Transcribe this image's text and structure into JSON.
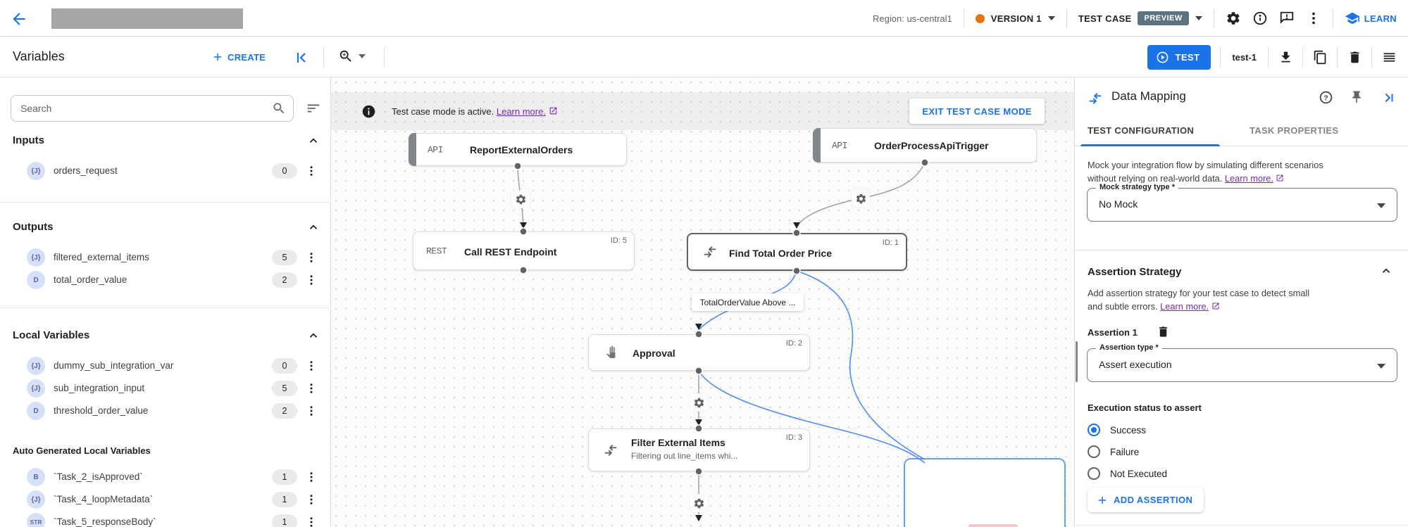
{
  "header": {
    "region": "Region: us-central1",
    "version": {
      "label": "VERSION 1"
    },
    "test_case": {
      "label": "TEST CASE",
      "badge": "PREVIEW"
    },
    "learn": "LEARN"
  },
  "toolbar": {
    "title": "Variables",
    "create": "CREATE",
    "test": "TEST",
    "test_name": "test-1"
  },
  "sidebar": {
    "search_placeholder": "Search",
    "sections": [
      {
        "title": "Inputs",
        "items": [
          {
            "chip": "{J}",
            "name": "orders_request",
            "count": "0"
          }
        ]
      },
      {
        "title": "Outputs",
        "items": [
          {
            "chip": "{J}",
            "name": "filtered_external_items",
            "count": "5"
          },
          {
            "chip": "D",
            "name": "total_order_value",
            "count": "2"
          }
        ]
      },
      {
        "title": "Local Variables",
        "items": [
          {
            "chip": "{J}",
            "name": "dummy_sub_integration_var",
            "count": "0"
          },
          {
            "chip": "{J}",
            "name": "sub_integration_input",
            "count": "5"
          },
          {
            "chip": "D",
            "name": "threshold_order_value",
            "count": "2"
          }
        ]
      },
      {
        "title": "Auto Generated Local Variables",
        "items": [
          {
            "chip": "B",
            "name": "`Task_2_isApproved`",
            "count": "1"
          },
          {
            "chip": "{J}",
            "name": "`Task_4_loopMetadata`",
            "count": "1"
          },
          {
            "chip": "STR",
            "name": "`Task_5_responseBody`",
            "count": "1"
          }
        ]
      }
    ]
  },
  "canvas": {
    "banner": {
      "text": "Test case mode is active.",
      "link": "Learn more.",
      "exit": "EXIT TEST CASE MODE"
    },
    "nodes": {
      "report": {
        "type": "API",
        "title": "ReportExternalOrders"
      },
      "trigger": {
        "type": "API",
        "title": "OrderProcessApiTrigger"
      },
      "rest": {
        "type": "REST",
        "title": "Call REST Endpoint",
        "id": "ID: 5"
      },
      "find": {
        "title": "Find Total Order Price",
        "id": "ID: 1"
      },
      "approval": {
        "title": "Approval",
        "id": "ID: 2"
      },
      "filter": {
        "title": "Filter External Items",
        "subtitle": "Filtering out line_items whi...",
        "id": "ID: 3"
      }
    },
    "edge_label": "TotalOrderValue Above ..."
  },
  "panel": {
    "title": "Data Mapping",
    "tabs": {
      "active": "TEST CONFIGURATION",
      "inactive": "TASK PROPERTIES"
    },
    "mock": {
      "text": "Mock your integration flow by simulating different scenarios without relying on real-world data.",
      "link": "Learn more.",
      "field_label": "Mock strategy type *",
      "field_value": "No Mock"
    },
    "assertion": {
      "section_title": "Assertion Strategy",
      "desc": "Add assertion strategy for your test case to detect small and subtle errors.",
      "desc_link": "Learn more.",
      "item_title": "Assertion 1",
      "type_label": "Assertion type *",
      "type_value": "Assert execution",
      "status_label": "Execution status to assert",
      "options": [
        {
          "label": "Success",
          "selected": true
        },
        {
          "label": "Failure",
          "selected": false
        },
        {
          "label": "Not Executed",
          "selected": false
        }
      ],
      "add": "ADD ASSERTION"
    }
  },
  "colors": {
    "accent": "#1a73e8",
    "link_purple": "#7627bb",
    "edge_blue": "#4e8df6",
    "version_dot": "#e8710a",
    "preview_badge": "#5c7380"
  }
}
